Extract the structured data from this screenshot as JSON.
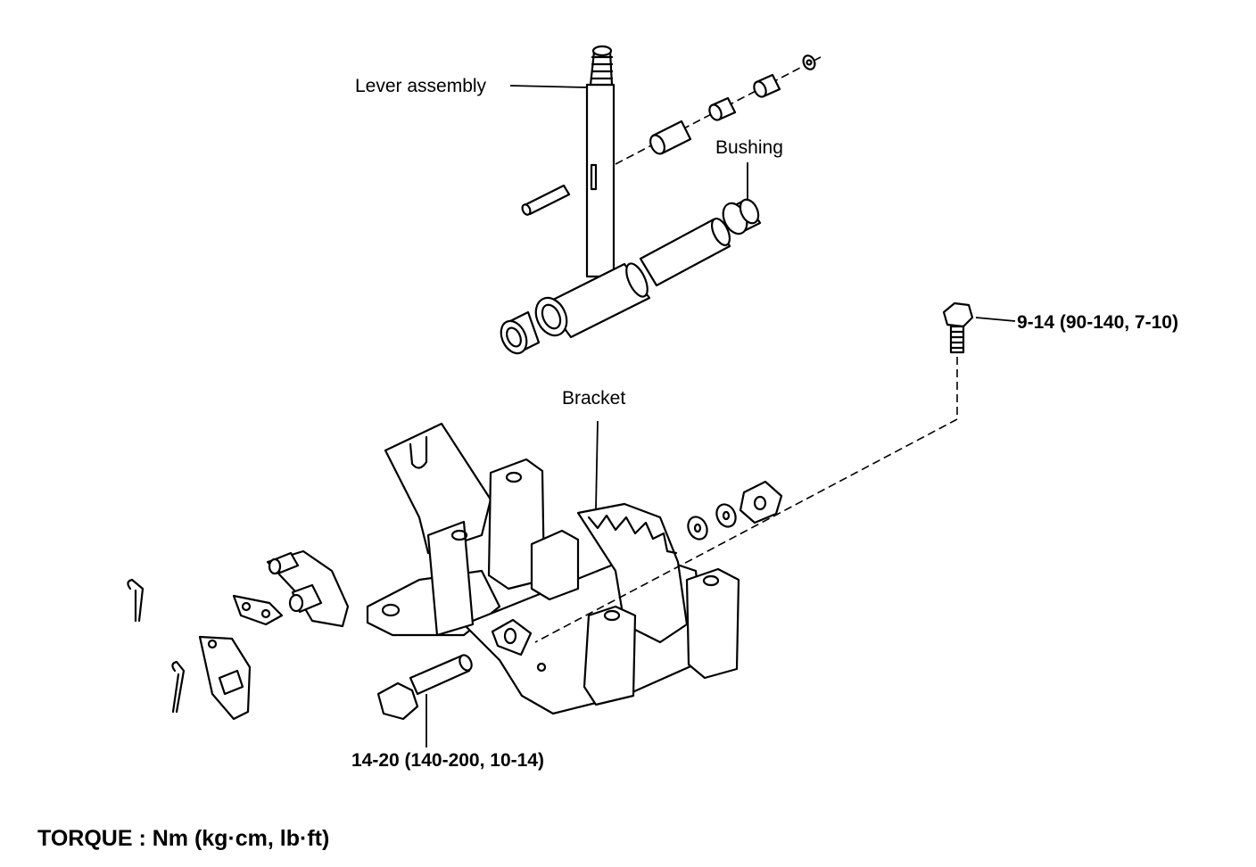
{
  "labels": {
    "lever_assembly": "Lever assembly",
    "bushing": "Bushing",
    "bracket": "Bracket",
    "bolt_torque_upper": "9-14 (90-140, 7-10)",
    "bolt_torque_lower": "14-20 (140-200, 10-14)",
    "torque_note": "TORQUE : Nm (kg·cm, lb·ft)"
  }
}
